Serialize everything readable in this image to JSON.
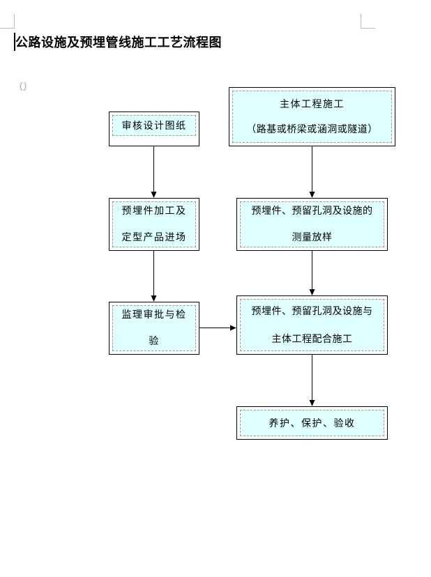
{
  "title": "公路设施及预埋管线施工工艺流程图",
  "bracket_text": "〖〗",
  "flowchart": {
    "main_construction": {
      "line1": "主体工程施工",
      "line2": "（路基或桥梁或涵洞或隧道）"
    },
    "review_drawings": {
      "line1": "审核设计图纸"
    },
    "embedded_processing": {
      "line1": "预埋件加工及",
      "line2": "定型产品进场"
    },
    "survey_layout": {
      "line1": "预埋件、预留孔洞及设施的",
      "line2": "测量放样"
    },
    "supervisor_approval": {
      "line1": "监理审批与检",
      "line2": "验"
    },
    "coordination": {
      "line1": "预埋件、预留孔洞及设施与",
      "line2": "主体工程配合施工"
    },
    "maintenance": {
      "line1": "养护、保护、验收"
    }
  }
}
